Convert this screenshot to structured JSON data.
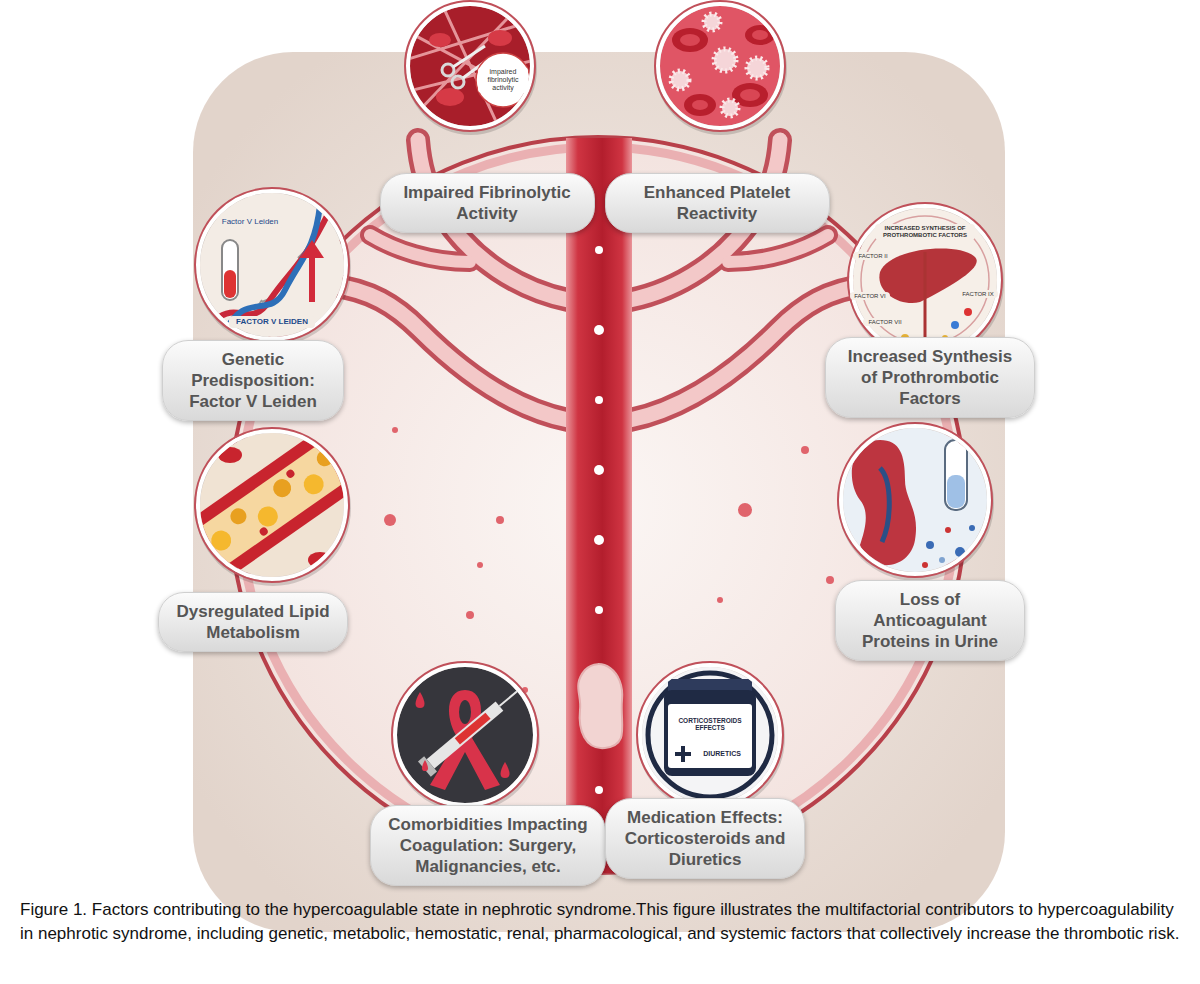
{
  "diagram": {
    "caption": "Figure 1. Factors contributing to the hypercoagulable state in nephrotic syndrome.This figure illustrates the multifactorial contributors to hypercoagulability in nephrotic syndrome, including genetic, metabolic, hemostatic, renal, pharmacological, and systemic factors that collectively increase the thrombotic risk.",
    "nodes": [
      {
        "text": [
          "Impaired Fibrinolytic Activity"
        ]
      },
      {
        "text": [
          "Enhanced Platelet Reactivity"
        ]
      },
      {
        "text": [
          "Genetic Predisposition: Factor V Leiden"
        ]
      },
      {
        "text": [
          "Increased Synthesis of Prothrombotic Factors"
        ]
      },
      {
        "text": [
          "Dysregulated Lipid Metabolism"
        ]
      },
      {
        "text": [
          "Loss of Anticoagulant Proteins in Urine"
        ]
      },
      {
        "text": [
          "Comorbidities Impacting Coagulation: Surgery, Malignancies, etc."
        ]
      },
      {
        "text": [
          "Medication Effects: Corticosteroids and Diuretics"
        ]
      }
    ],
    "labels": [
      "impaired fibrinolytic activity",
      "Factor V Leiden",
      "FACTOR V LEIDEN",
      "INCREASED SYNTHESIS OF PROTHROMBOTIC FACTORS",
      "FACTOR II",
      "FACTOR VI",
      "FACTOR IX",
      "FACTOR VII",
      "CORTICOSTEROIDS EFFECTS",
      "DIURETICS"
    ]
  }
}
